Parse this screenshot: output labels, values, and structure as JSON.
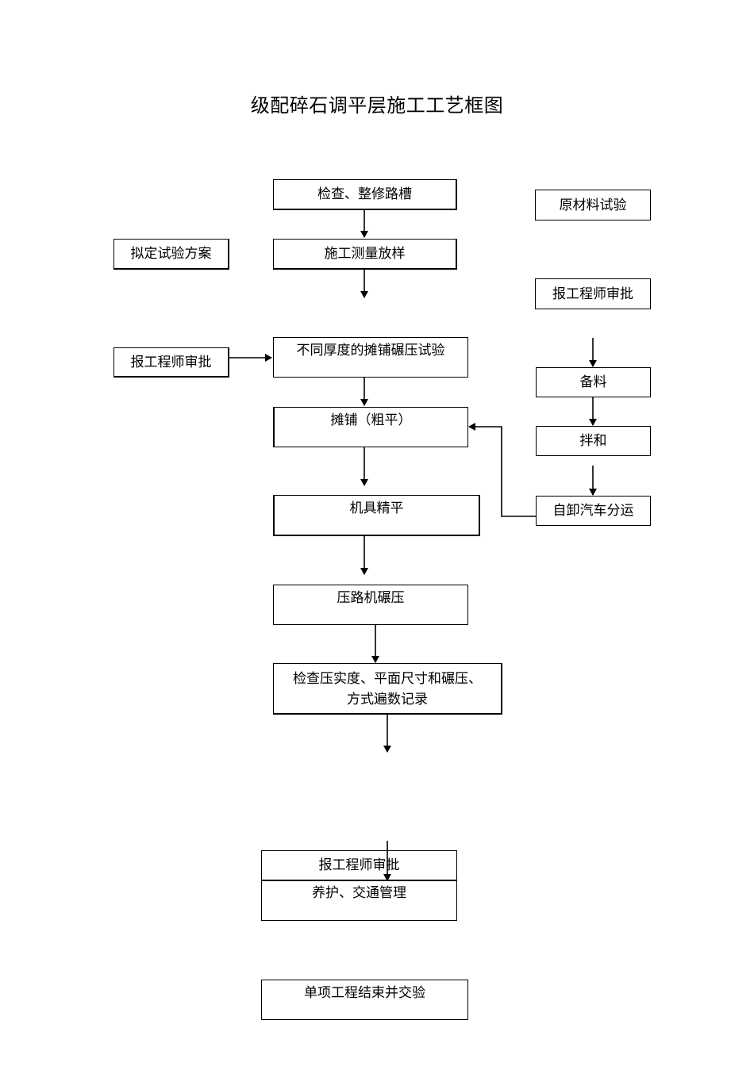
{
  "title": "级配碎石调平层施工工艺框图",
  "main_flow": {
    "inspect_repair": "检查、整修路槽",
    "survey_layout": "施工测量放样",
    "trial_rolling": "不同厚度的摊铺碾压试验",
    "spreading_rough": "摊铺（粗平）",
    "machine_leveling": "机具精平",
    "roller_compaction": "压路机碾压",
    "check_line1": "检查压实度、平面尺寸和碾压、",
    "check_line2": "方式遍数记录",
    "engineer_approval": "报工程师审批",
    "curing_traffic": "养护、交通管理",
    "completion": "单项工程结束并交验"
  },
  "left_column": {
    "test_plan": "拟定试验方案",
    "engineer_approval": "报工程师审批"
  },
  "right_column": {
    "material_test": "原材料试验",
    "engineer_approval": "报工程师审批",
    "material_prep": "备料",
    "mixing": "拌和",
    "dump_truck": "自卸汽车分运"
  }
}
